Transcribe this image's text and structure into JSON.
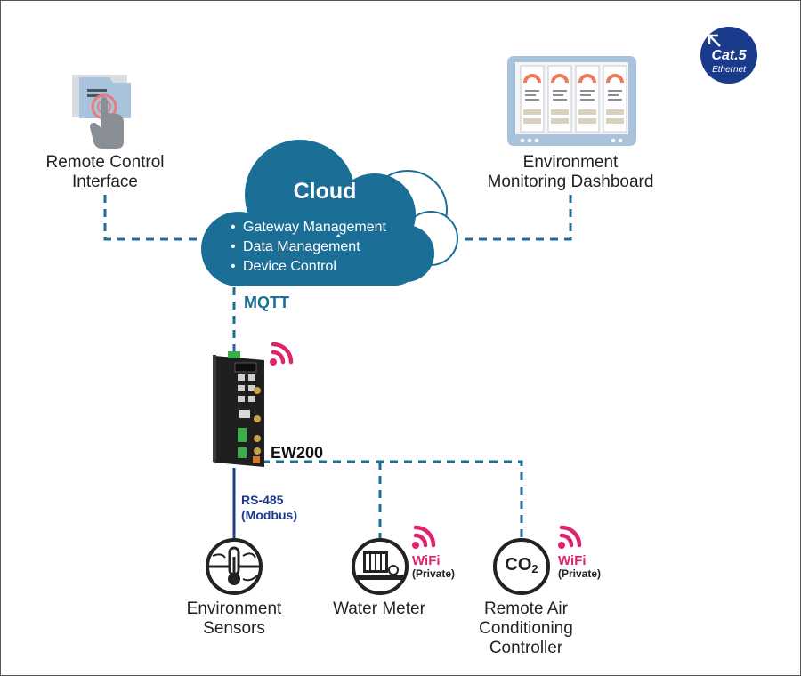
{
  "badge": {
    "line1": "Cat.5",
    "line2": "Ethernet"
  },
  "cloud": {
    "title": "Cloud",
    "items": [
      "Gateway Management",
      "Data Management",
      "Device Control"
    ]
  },
  "remote_control": {
    "line1": "Remote Control",
    "line2": "Interface"
  },
  "dashboard": {
    "line1": "Environment",
    "line2": "Monitoring Dashboard"
  },
  "mqtt_label": "MQTT",
  "gateway_label": "EW200",
  "rs485": {
    "line1": "RS-485",
    "line2": "(Modbus)"
  },
  "devices": {
    "env_sensors": {
      "line1": "Environment",
      "line2": "Sensors"
    },
    "water_meter": {
      "label": "Water Meter",
      "wifi": "WiFi",
      "wifi_note": "(Private)"
    },
    "ac_controller": {
      "line1": "Remote Air",
      "line2": "Conditioning",
      "line3": "Controller",
      "co2_icon_text": "CO2",
      "wifi": "WiFi",
      "wifi_note": "(Private)"
    }
  },
  "colors": {
    "cloud": "#1b6e96",
    "link_dashed": "#1b6e96",
    "rs485_line": "#1a3b8c",
    "wifi": "#e0236f",
    "mqtt_text": "#1b6e96",
    "rs485_text": "#1a3b8c"
  },
  "icons": {
    "remote_control": "hand-pointer-folder-icon",
    "dashboard": "tablet-dashboard-icon",
    "gateway": "ew200-gateway-device-icon",
    "env_sensors": "thermometer-wind-icon",
    "water_meter": "water-meter-icon",
    "ac_controller": "co2-icon",
    "wireless": "wifi-signal-icon",
    "badge": "cat5-ethernet-icon"
  }
}
